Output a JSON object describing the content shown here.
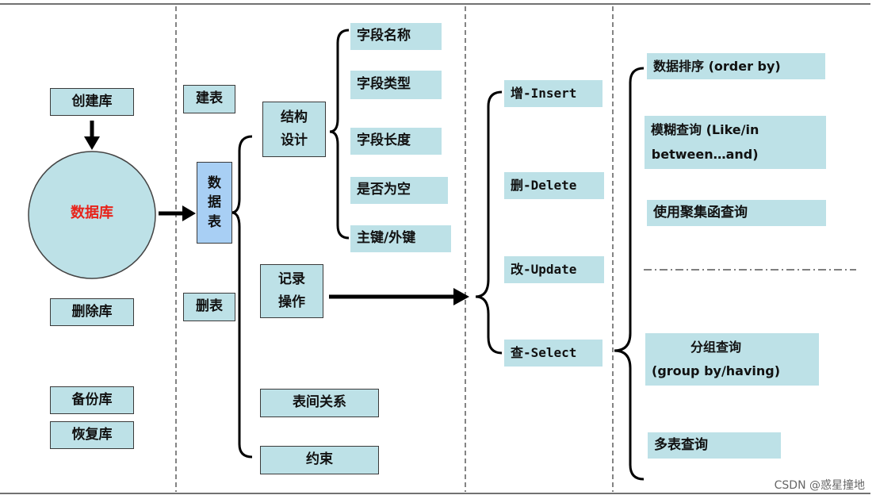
{
  "db_ops": {
    "create": "创建库",
    "database": "数据库",
    "delete": "删除库",
    "backup": "备份库",
    "restore": "恢复库"
  },
  "table_ops": {
    "create_table": "建表",
    "data_table": "数\n据\n表",
    "drop_table": "删表"
  },
  "table_branches": {
    "structure": "结构\n设计",
    "record": "记录\n操作",
    "relation": "表间关系",
    "constraint": "约束"
  },
  "structure_items": [
    "字段名称",
    "字段类型",
    "字段长度",
    "是否为空",
    "主键/外键"
  ],
  "record_ops": [
    "增-Insert",
    "删-Delete",
    "改-Update",
    "查-Select"
  ],
  "select_items": {
    "order": "数据排序 (order by)",
    "fuzzy": "模糊查询 (Like/in\nbetween…and)",
    "aggregate": "使用聚集函查询",
    "group": "分组查询\n(group by/having)",
    "multi": "多表查询"
  },
  "watermark": "CSDN @惑星撞地",
  "colors": {
    "box_fill": "#bde1e7",
    "table_fill": "#a8cff4",
    "circle_fill": "#bde1e7",
    "db_text": "#e8231a"
  }
}
